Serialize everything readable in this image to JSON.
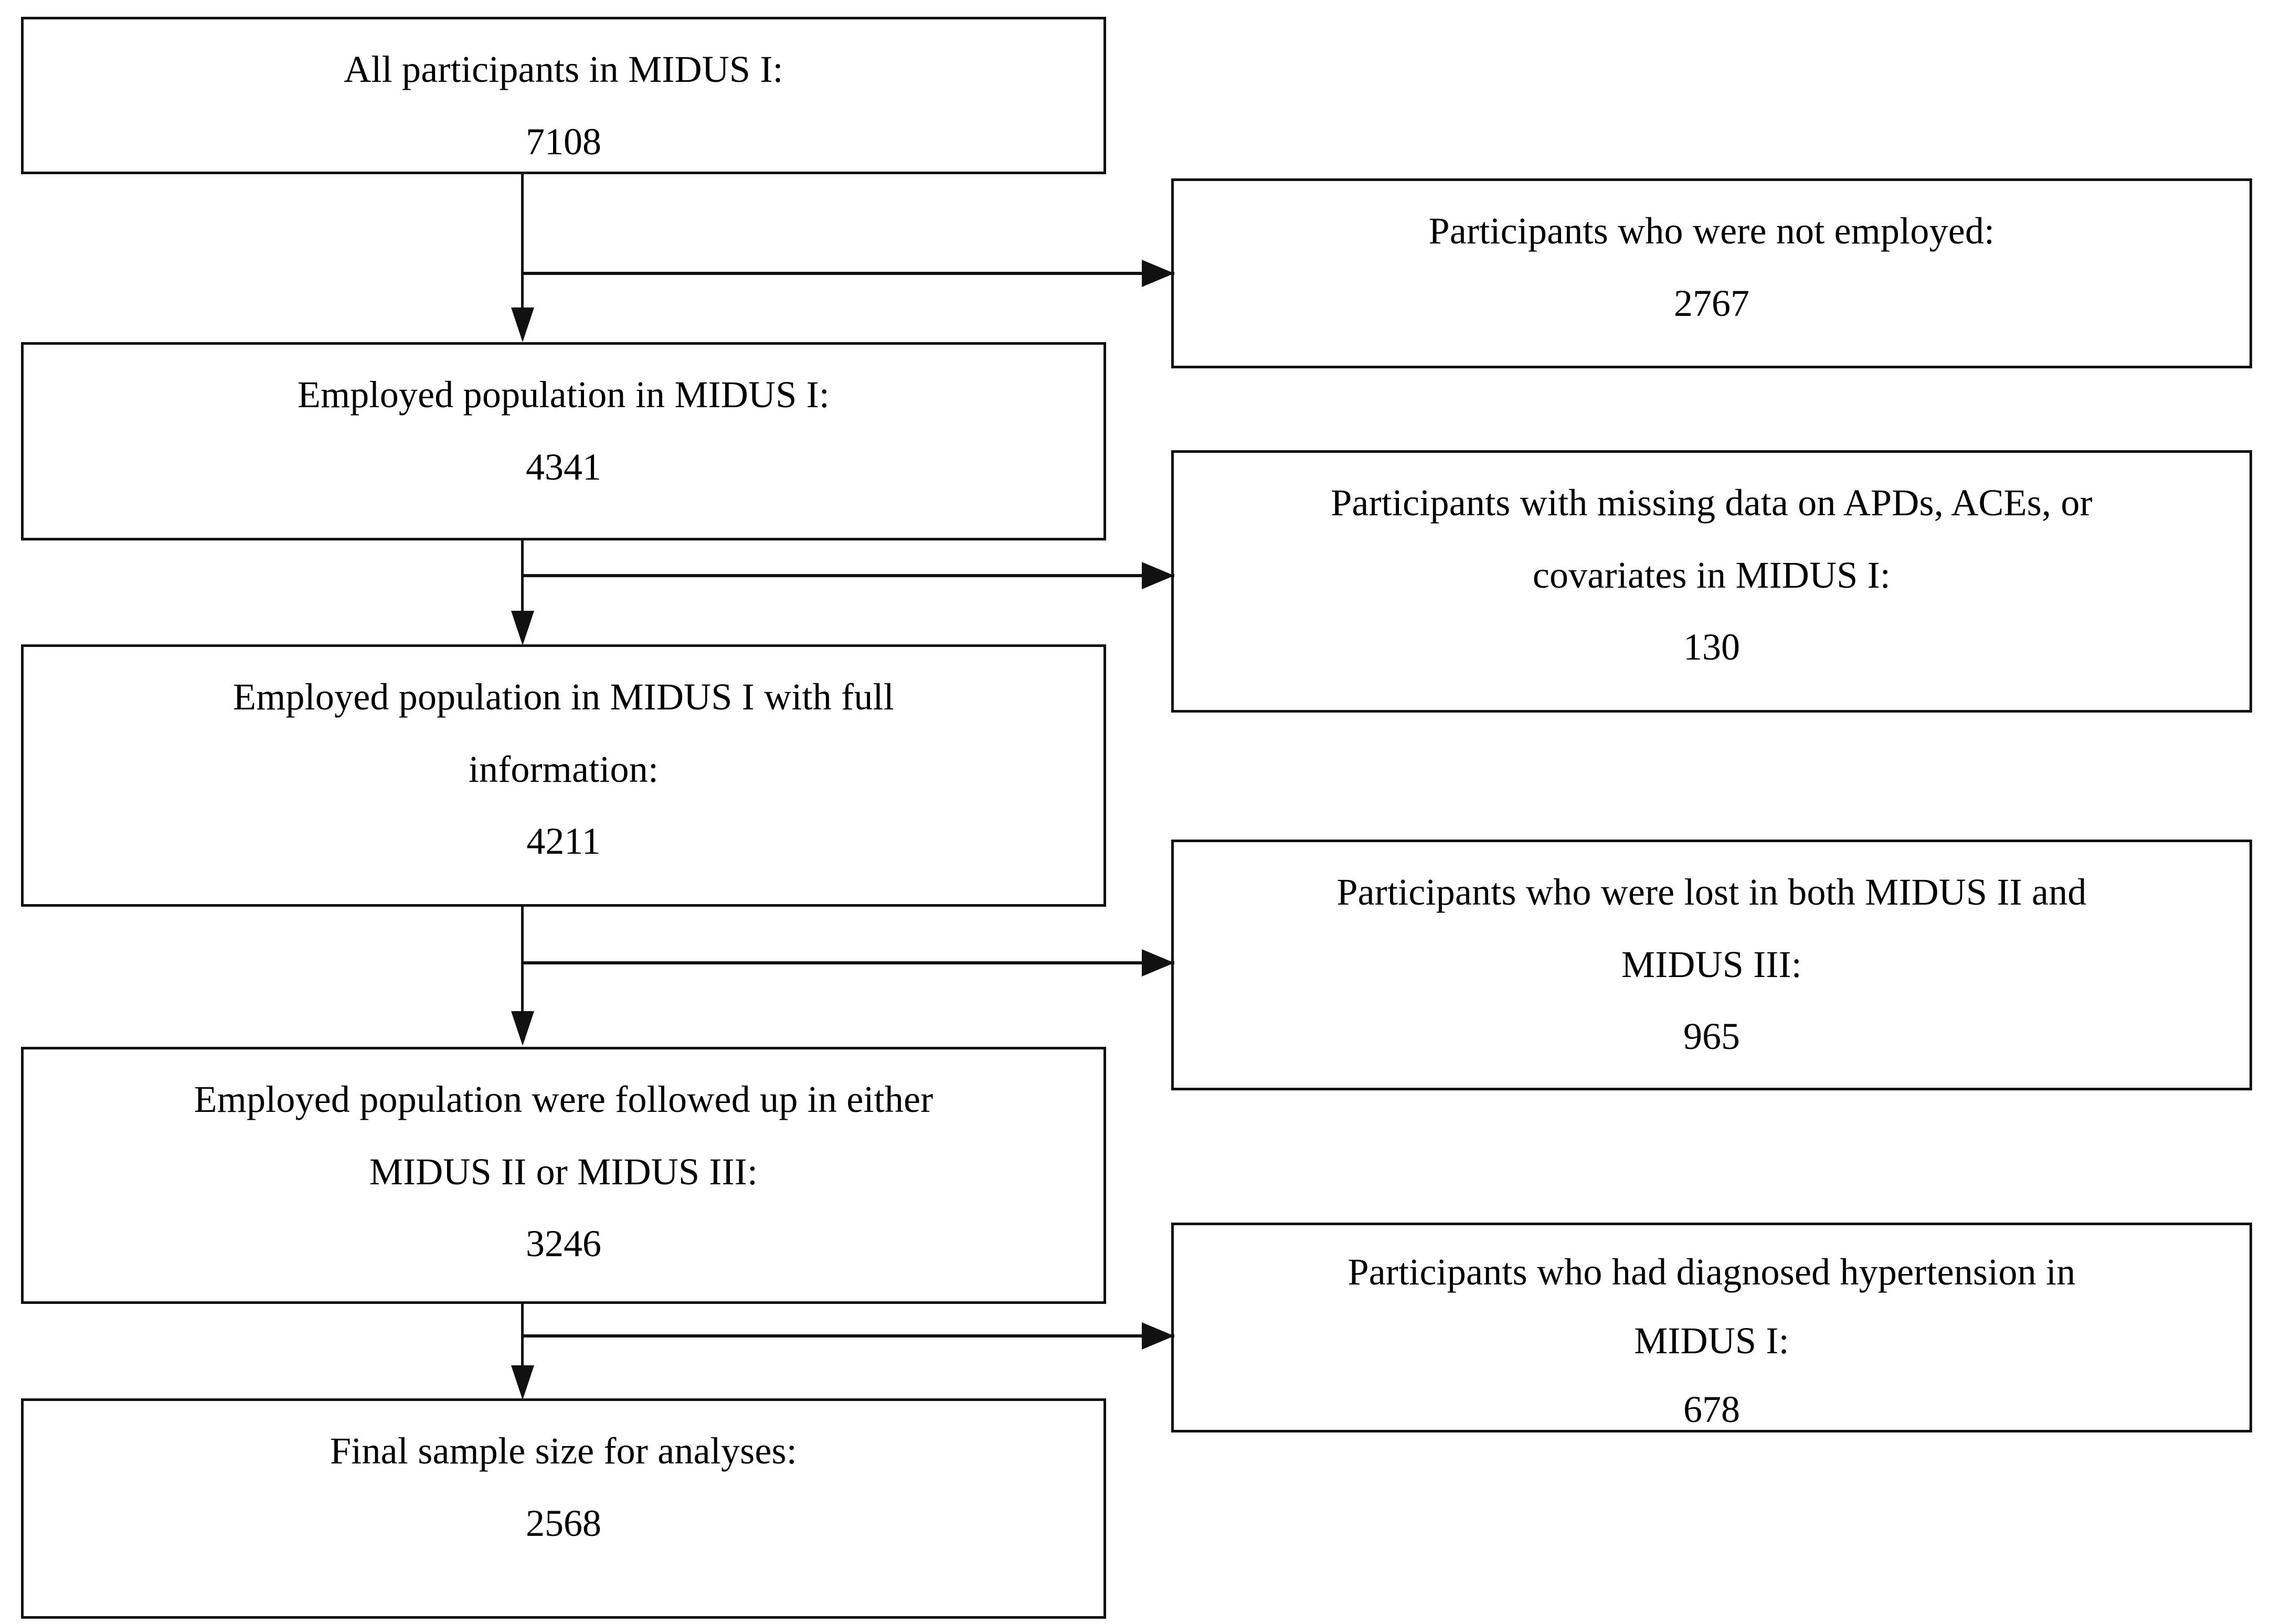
{
  "diagram": {
    "type": "participant-flow-chart",
    "title": "MIDUS participant selection flow",
    "colors": {
      "stroke": "#111111",
      "background": "#ffffff",
      "text": "#000000"
    },
    "main_nodes": [
      {
        "id": "all-participants",
        "lines": [
          "All participants in MIDUS I:"
        ],
        "count": "7108"
      },
      {
        "id": "employed-population",
        "lines": [
          "Employed population in MIDUS I:"
        ],
        "count": "4341"
      },
      {
        "id": "employed-full-information",
        "lines": [
          "Employed population in MIDUS I with full",
          "information:"
        ],
        "count": "4211"
      },
      {
        "id": "followed-up",
        "lines": [
          "Employed population were followed up in either",
          "MIDUS II or MIDUS III:"
        ],
        "count": "3246"
      },
      {
        "id": "final-sample",
        "lines": [
          "Final sample size for analyses:"
        ],
        "count": "2568"
      }
    ],
    "exclusion_nodes": [
      {
        "id": "not-employed",
        "lines": [
          "Participants who were not employed:"
        ],
        "count": "2767"
      },
      {
        "id": "missing-data",
        "lines": [
          "Participants with missing data on APDs, ACEs, or",
          "covariates in MIDUS I:"
        ],
        "count": "130"
      },
      {
        "id": "lost-to-followup",
        "lines": [
          "Participants who were lost in both MIDUS II and",
          "MIDUS III:"
        ],
        "count": "965"
      },
      {
        "id": "diagnosed-hypertension",
        "lines": [
          "Participants who had diagnosed hypertension in",
          "MIDUS I:"
        ],
        "count": "678"
      }
    ],
    "connectors": [
      {
        "id": "connector-1",
        "from": "all-participants",
        "to": "employed-population",
        "branch_to": "not-employed"
      },
      {
        "id": "connector-2",
        "from": "employed-population",
        "to": "employed-full-information",
        "branch_to": "missing-data"
      },
      {
        "id": "connector-3",
        "from": "employed-full-information",
        "to": "followed-up",
        "branch_to": "lost-to-followup"
      },
      {
        "id": "connector-4",
        "from": "followed-up",
        "to": "final-sample",
        "branch_to": "diagnosed-hypertension"
      }
    ]
  }
}
